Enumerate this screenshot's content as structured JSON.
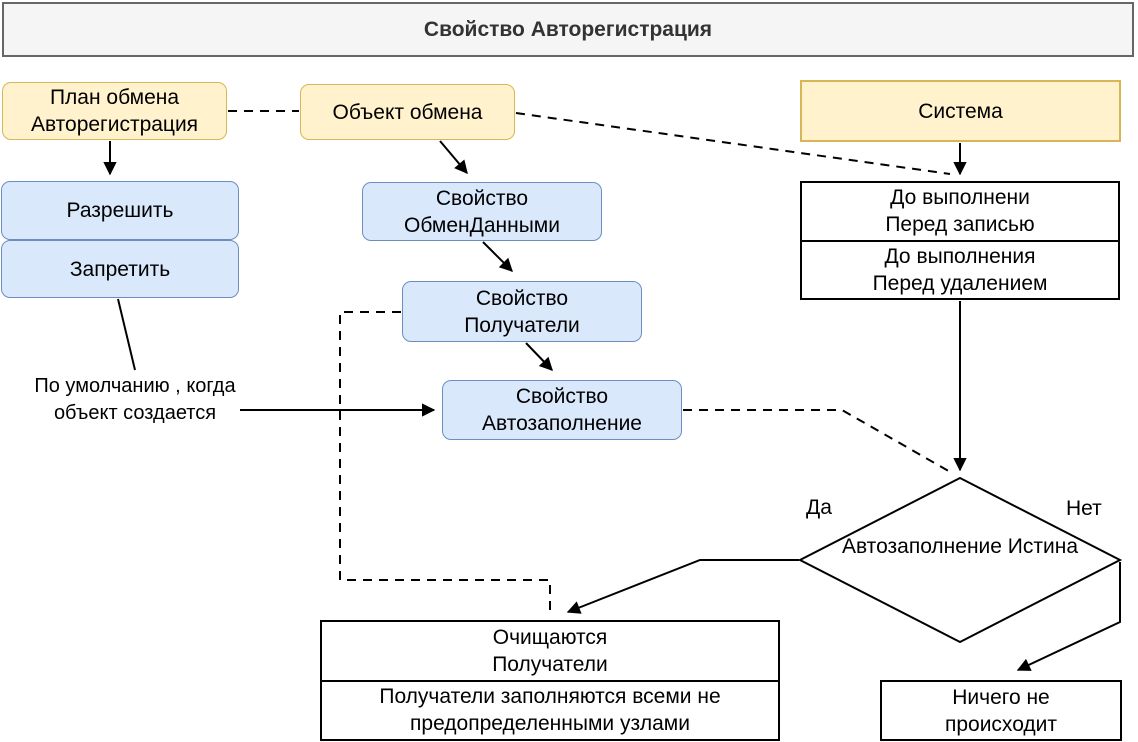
{
  "title": "Свойство Авторегистрация",
  "colors": {
    "yellow_fill": "#FFF2CC",
    "yellow_border": "#D6B656",
    "blue_fill": "#DAE8FC",
    "blue_border": "#6C8EBF",
    "title_fill": "#F5F5F5",
    "title_border": "#666666",
    "title_text": "#333333",
    "line": "#000000",
    "background": "#FFFFFF"
  },
  "nodes": {
    "exchange_plan": {
      "line1": "План обмена",
      "line2": "Авторегистрация"
    },
    "exchange_object": {
      "label": "Объект обмена"
    },
    "system": {
      "label": "Система"
    },
    "allow": {
      "label": "Разрешить"
    },
    "deny": {
      "label": "Запретить"
    },
    "prop_exchange_data": {
      "line1": "Свойство",
      "line2": "ОбменДанными"
    },
    "prop_recipients": {
      "line1": "Свойство",
      "line2": "Получатели"
    },
    "prop_autofill": {
      "line1": "Свойство",
      "line2": "Автозаполнение"
    },
    "event_before_write": {
      "line1": "До выполнени",
      "line2": "Перед записью"
    },
    "event_before_delete": {
      "line1": "До выполнения",
      "line2": "Перед удалением"
    },
    "default_note": {
      "line1": "По умолчанию ,",
      "line2": "когда объект создается"
    },
    "decision": {
      "line1": "Автозаполнение",
      "line2": "Истина"
    },
    "branch_yes": "Да",
    "branch_no": "Нет",
    "recipients_cleared": {
      "line1": "Очищаются",
      "line2": "Получатели"
    },
    "recipients_filled": {
      "line1": "Получатели заполняются всеми не",
      "line2": "предопределенными узлами"
    },
    "nothing_happens": {
      "line1": "Ничего не",
      "line2": "происходит"
    }
  }
}
